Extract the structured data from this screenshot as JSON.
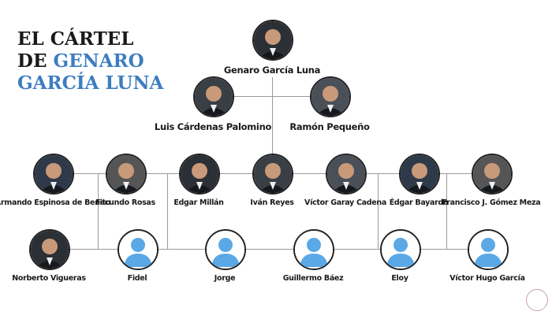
{
  "title": {
    "line1": "EL CÁRTEL",
    "line2_prefix": "DE",
    "line2_highlight": "GENARO",
    "line3": "GARCÍA LUNA"
  },
  "colors": {
    "accent": "#3d7dbf",
    "placeholder_silhouette": "#5aa8e6"
  },
  "top": {
    "name": "Genaro García Luna",
    "photo": "photo"
  },
  "level1": [
    {
      "name": "Luis Cárdenas Palomino",
      "photo": "photo"
    },
    {
      "name": "Ramón Pequeño",
      "photo": "photo"
    }
  ],
  "level2": [
    {
      "name": "Armando Espinosa de Benito",
      "photo": "photo"
    },
    {
      "name": "Facundo Rosas",
      "photo": "photo"
    },
    {
      "name": "Edgar Millán",
      "photo": "photo"
    },
    {
      "name": "Iván Reyes",
      "photo": "photo"
    },
    {
      "name": "Víctor Garay Cadena",
      "photo": "photo"
    },
    {
      "name": "Édgar Bayardo",
      "photo": "photo"
    },
    {
      "name": "Francisco J. Gómez Meza",
      "photo": "photo"
    }
  ],
  "level3": [
    {
      "name": "Norberto Vigueras",
      "photo": "photo"
    },
    {
      "name": "Fidel",
      "photo": "person-placeholder-icon"
    },
    {
      "name": "Jorge",
      "photo": "person-placeholder-icon"
    },
    {
      "name": "Guillermo Báez",
      "photo": "person-placeholder-icon"
    },
    {
      "name": "Eloy",
      "photo": "person-placeholder-icon"
    },
    {
      "name": "Víctor Hugo García",
      "photo": "person-placeholder-icon"
    }
  ]
}
